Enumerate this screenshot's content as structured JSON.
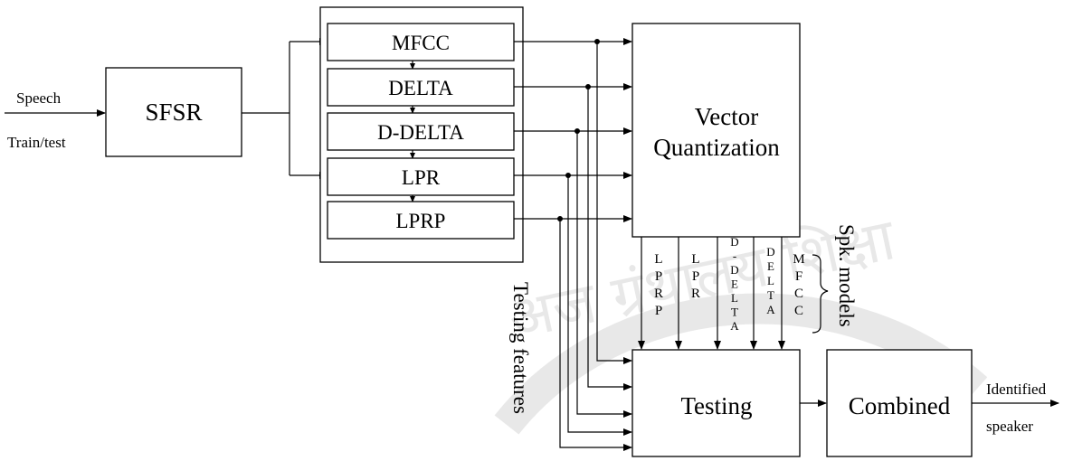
{
  "inputs": {
    "speech": "Speech",
    "train_test": "Train/test"
  },
  "blocks": {
    "sfsr": "SFSR",
    "vq": [
      "Vector",
      "Quantization"
    ],
    "testing": "Testing",
    "combined": "Combined"
  },
  "features": [
    "MFCC",
    "DELTA",
    "D-DELTA",
    "LPR",
    "LPRP"
  ],
  "model_labels": [
    [
      "L",
      "P",
      "R",
      "P"
    ],
    [
      "L",
      "P",
      "R"
    ],
    [
      "D",
      "-",
      "D",
      "E",
      "L",
      "T",
      "A"
    ],
    [
      "D",
      "E",
      "L",
      "T",
      "A"
    ],
    [
      "M",
      "F",
      "C",
      "C"
    ]
  ],
  "spk_models": "Spk. models",
  "testing_features": "Testing features",
  "output": {
    "line1": "Identified",
    "line2": "speaker"
  },
  "watermark": "अज ग्रंथालय शिक्षा"
}
